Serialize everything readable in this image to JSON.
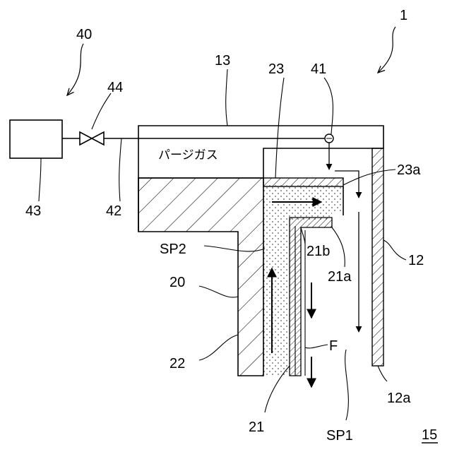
{
  "labels": {
    "l1": "1",
    "l40": "40",
    "l44": "44",
    "l13": "13",
    "l23": "23",
    "l41": "41",
    "purge_gas": "パージガス",
    "l23a": "23a",
    "l43": "43",
    "l42": "42",
    "l21b": "21b",
    "l12": "12",
    "l21a": "21a",
    "sp2": "SP2",
    "l20": "20",
    "l22": "22",
    "F": "F",
    "l12a": "12a",
    "l21": "21",
    "sp1": "SP1",
    "l15": "15"
  }
}
